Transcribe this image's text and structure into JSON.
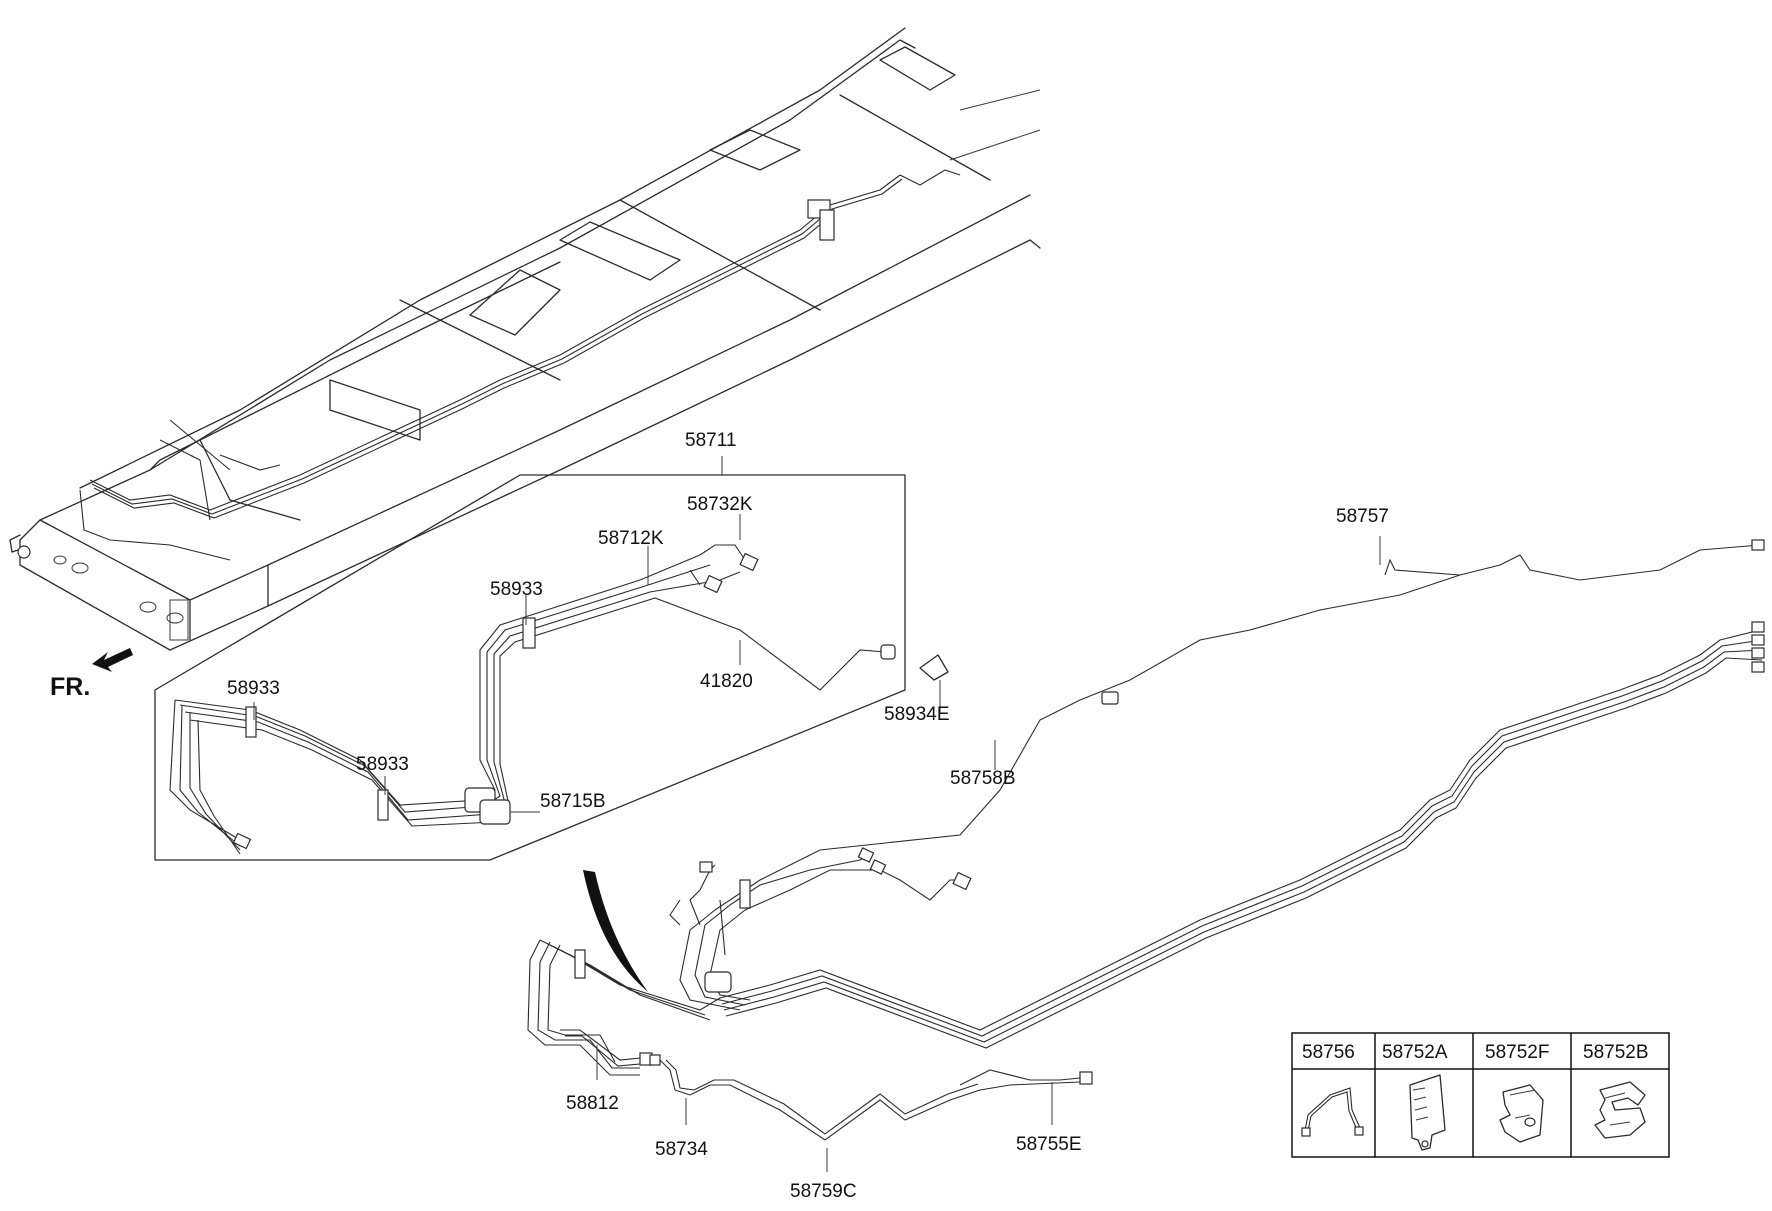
{
  "front_label": "FR.",
  "callouts": {
    "c58711": "58711",
    "c58732K": "58732K",
    "c58712K": "58712K",
    "c58933_a": "58933",
    "c58933_b": "58933",
    "c58933_c": "58933",
    "c41820": "41820",
    "c58715B": "58715B",
    "c58934E": "58934E",
    "c58757": "58757",
    "c58758B": "58758B",
    "c58812": "58812",
    "c58734": "58734",
    "c58759C": "58759C",
    "c58755E": "58755E"
  },
  "parts_table": {
    "headers": [
      "58756",
      "58752A",
      "58752F",
      "58752B"
    ],
    "icons": [
      "brake-tube-icon",
      "multi-clip-icon",
      "single-clip-icon",
      "double-clip-icon"
    ]
  }
}
